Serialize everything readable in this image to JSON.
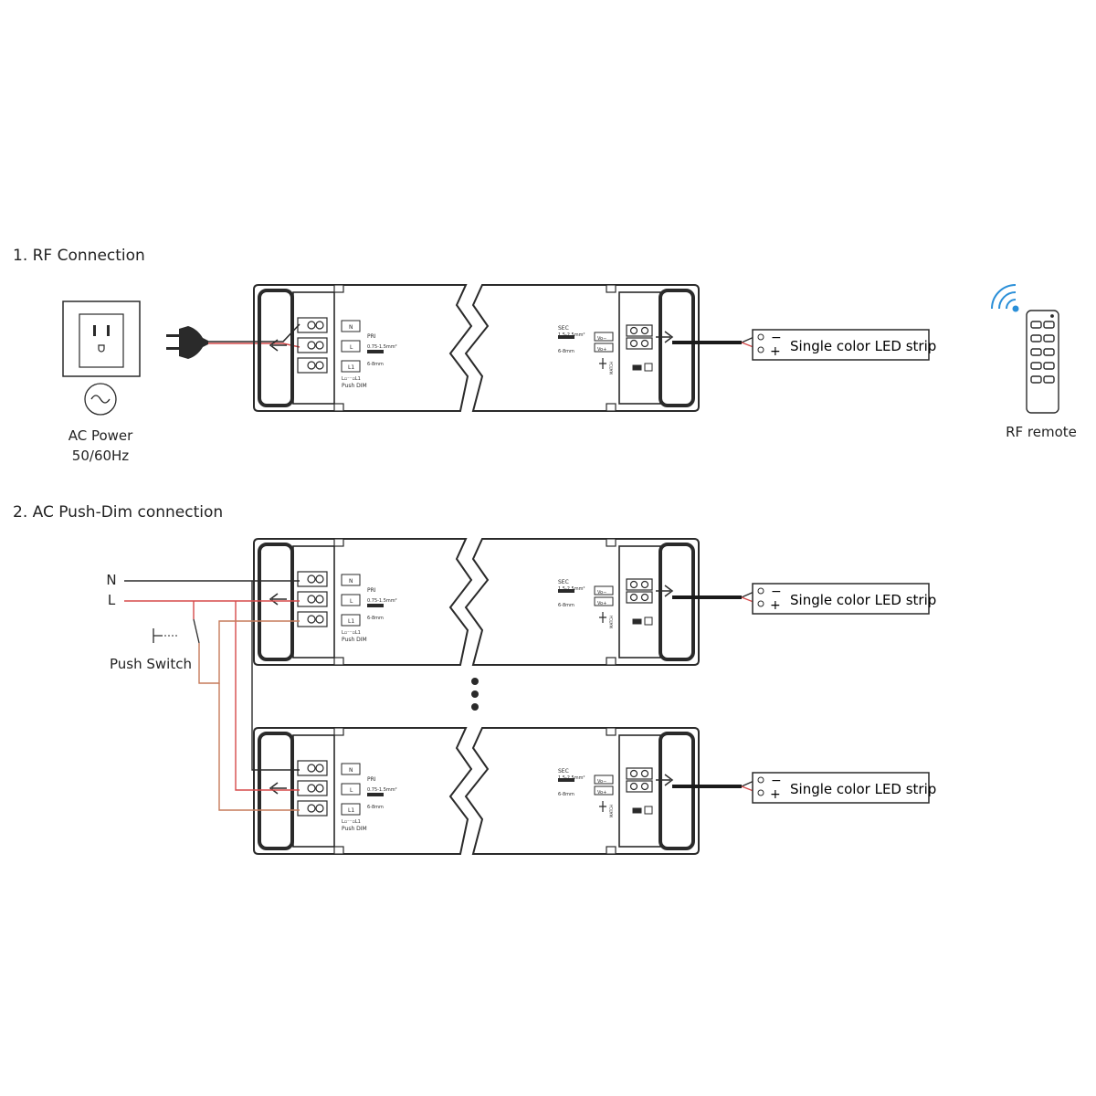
{
  "sections": {
    "rf": {
      "title": "1. RF Connection"
    },
    "pushdim": {
      "title": "2. AC Push-Dim connection"
    }
  },
  "labels": {
    "ac_power_line1": "AC Power",
    "ac_power_line2": "50/60Hz",
    "rf_remote": "RF remote",
    "push_switch": "Push Switch",
    "wire_n": "N",
    "wire_l": "L",
    "led_strip": "Single color LED strip",
    "minus": "−",
    "plus": "+"
  },
  "driver": {
    "term_n": "N",
    "term_l": "L",
    "term_l1": "L1",
    "pri": "PRI",
    "pri_wire": "0.75-1.5mm²",
    "pri_strip": "6-8mm",
    "pushdim_legend": "L▫⁻⁻▫L1",
    "pushdim_label": "Push DIM",
    "sec": "SEC",
    "sec_wire": "1.5-2.5mm²",
    "sec_strip": "6-8mm",
    "vo_minus": "Vo−",
    "vo_plus": "Vo+",
    "match": "MATCH"
  },
  "colors": {
    "wire_red": "#d64a4a",
    "wire_brown": "#c67a5a",
    "outline": "#2a2a2a",
    "signal_blue": "#2a8fd8"
  }
}
